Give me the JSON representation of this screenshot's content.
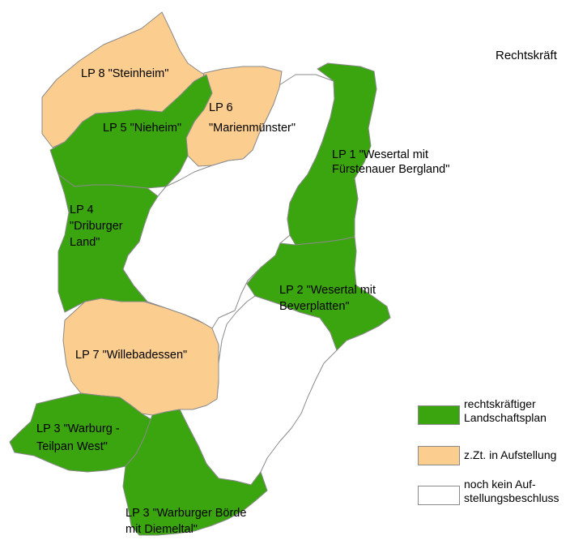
{
  "header": {
    "title": "Rechtskräft"
  },
  "colors": {
    "legally_binding": "#3aa50f",
    "in_preparation": "#fbcd8f",
    "no_resolution": "#ffffff",
    "border": "#8a8a8a"
  },
  "regions": {
    "lp8": {
      "label_line1": "LP 8 \"Steinheim\""
    },
    "lp6": {
      "label_line1": "LP 6",
      "label_line2": "\"Marienmünster\""
    },
    "lp5": {
      "label_line1": "LP 5 \"Nieheim\""
    },
    "lp1": {
      "label_line1": "LP 1 \"Wesertal mit",
      "label_line2": "Fürstenauer Bergland\""
    },
    "lp4": {
      "label_line1": "LP 4",
      "label_line2": "\"Driburger",
      "label_line3": "Land\""
    },
    "lp2": {
      "label_line1": "LP 2 \"Wesertal mit",
      "label_line2": "Beverplatten\""
    },
    "lp7": {
      "label_line1": "LP 7 \"Willebadessen\""
    },
    "lp3a": {
      "label_line1": "LP 3 \"Warburg -",
      "label_line2": "Teilpan West\""
    },
    "lp3b": {
      "label_line1": "LP 3 \"Warburger Börde",
      "label_line2": "mit Diemeltal\""
    }
  },
  "legend": {
    "items": [
      {
        "line1": "rechtskräftiger",
        "line2": "Landschaftsplan"
      },
      {
        "line1": "z.Zt. in Aufstellung"
      },
      {
        "line1": "noch kein Auf-",
        "line2": "stellungsbeschluss"
      }
    ]
  }
}
